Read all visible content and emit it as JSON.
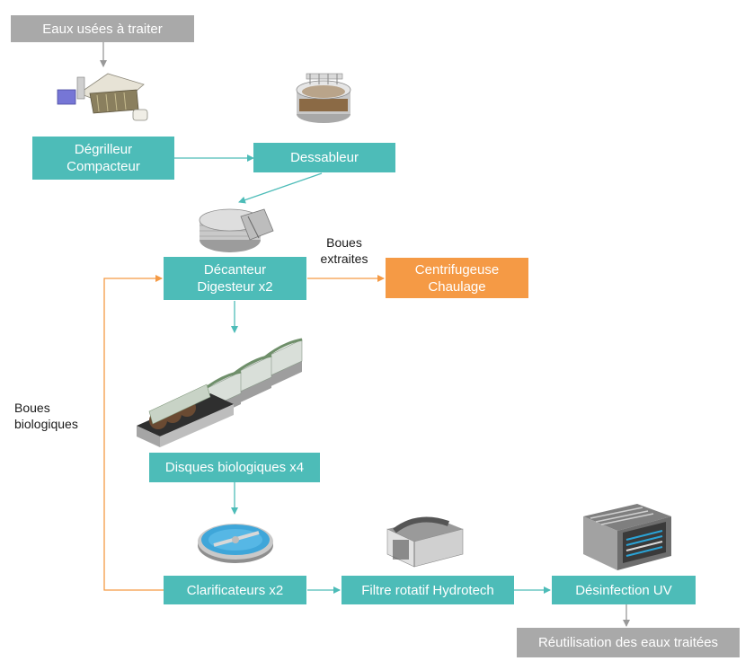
{
  "colors": {
    "process": "#4dbcb8",
    "sludge": "#f59a45",
    "endpoint": "#a9a9a9",
    "flow_arrow": "#4dbcb8",
    "sludge_arrow": "#f59a45",
    "endpoint_arrow": "#999999"
  },
  "input": {
    "label": "Eaux usées à traiter"
  },
  "output": {
    "label": "Réutilisation des eaux traitées"
  },
  "steps": {
    "degrilleur": {
      "line1": "Dégrilleur",
      "line2": "Compacteur"
    },
    "dessableur": {
      "line1": "Dessableur"
    },
    "decanteur": {
      "line1": "Décanteur",
      "line2": "Digesteur x2"
    },
    "centrifugeuse": {
      "line1": "Centrifugeuse",
      "line2": "Chaulage"
    },
    "disques": {
      "line1": "Disques biologiques x4"
    },
    "clarificateurs": {
      "line1": "Clarificateurs  x2"
    },
    "filtre": {
      "line1": "Filtre rotatif Hydrotech"
    },
    "desinfection": {
      "line1": "Désinfection UV"
    }
  },
  "annotations": {
    "boues_extraites": {
      "line1": "Boues",
      "line2": "extraites"
    },
    "boues_biologiques": {
      "line1": "Boues",
      "line2": "biologiques"
    }
  },
  "icons": [
    "screen-compactor-icon",
    "grit-chamber-icon",
    "settling-digester-icon",
    "biological-discs-icon",
    "clarifier-icon",
    "rotary-filter-icon",
    "uv-disinfection-icon"
  ]
}
